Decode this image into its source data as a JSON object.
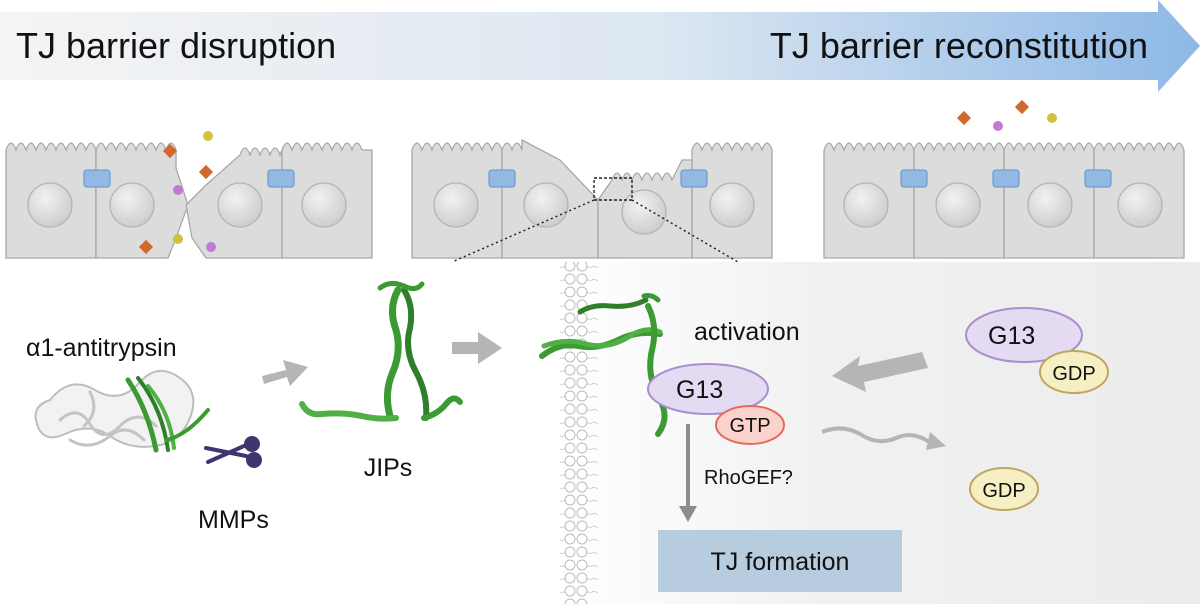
{
  "arrow_banner": {
    "left_label": "TJ barrier disruption",
    "right_label": "TJ barrier reconstitution"
  },
  "labels": {
    "alpha1_antitrypsin": "α1-antitrypsin",
    "mmps": "MMPs",
    "jips": "JIPs",
    "activation": "activation",
    "g13_active": "G13",
    "gtp": "GTP",
    "g13_inactive": "G13",
    "gdp_bound": "GDP",
    "gdp_released": "GDP",
    "rhogef": "RhoGEF?",
    "tj_formation": "TJ formation"
  },
  "colors": {
    "cell_fill": "#dcdcdc",
    "cell_stroke": "#a8a8a8",
    "tight_junction": "#93b9e3",
    "g13_fill": "#e4dbf3",
    "g13_stroke": "#a58fd0",
    "gtp_fill": "#fbd3cc",
    "gtp_stroke": "#e46b5b",
    "gdp_fill": "#f5efc3",
    "gdp_stroke": "#bfa662",
    "peptide_green": "#3c9a33",
    "banner_start": "#f2f2f2",
    "banner_end": "#8fb9e6",
    "tj_box": "#b7ccdf",
    "arrow_gray": "#b5b5b5"
  }
}
